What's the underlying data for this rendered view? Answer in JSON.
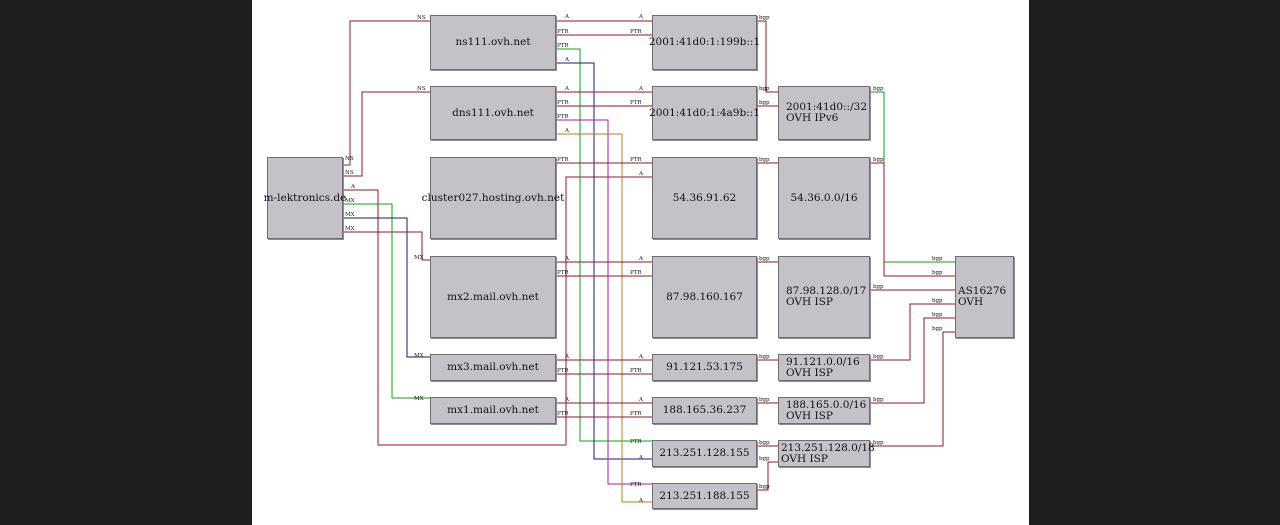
{
  "nodes": [
    {
      "id": "domain",
      "lines": [
        "m-lektronics.de"
      ]
    },
    {
      "id": "ns111",
      "lines": [
        "ns111.ovh.net"
      ]
    },
    {
      "id": "dns111",
      "lines": [
        "dns111.ovh.net"
      ]
    },
    {
      "id": "cluster",
      "lines": [
        "cluster027.hosting.ovh.net"
      ]
    },
    {
      "id": "mx2",
      "lines": [
        "mx2.mail.ovh.net"
      ]
    },
    {
      "id": "mx3",
      "lines": [
        "mx3.mail.ovh.net"
      ]
    },
    {
      "id": "mx1",
      "lines": [
        "mx1.mail.ovh.net"
      ]
    },
    {
      "id": "ip6a",
      "lines": [
        "2001:41d0:1:199b::1"
      ]
    },
    {
      "id": "ip6b",
      "lines": [
        "2001:41d0:1:4a9b::1"
      ]
    },
    {
      "id": "ip4a",
      "lines": [
        "54.36.91.62"
      ]
    },
    {
      "id": "ip4b",
      "lines": [
        "87.98.160.167"
      ]
    },
    {
      "id": "ip4c",
      "lines": [
        "91.121.53.175"
      ]
    },
    {
      "id": "ip4d",
      "lines": [
        "188.165.36.237"
      ]
    },
    {
      "id": "ip4e",
      "lines": [
        "213.251.128.155"
      ]
    },
    {
      "id": "ip4f",
      "lines": [
        "213.251.188.155"
      ]
    },
    {
      "id": "net6",
      "lines": [
        "2001:41d0::/32",
        "OVH IPv6"
      ]
    },
    {
      "id": "net54",
      "lines": [
        "54.36.0.0/16"
      ]
    },
    {
      "id": "net87",
      "lines": [
        "87.98.128.0/17",
        "OVH ISP"
      ]
    },
    {
      "id": "net91",
      "lines": [
        "91.121.0.0/16",
        "OVH ISP"
      ]
    },
    {
      "id": "net188",
      "lines": [
        "188.165.0.0/16",
        "OVH ISP"
      ]
    },
    {
      "id": "net213",
      "lines": [
        "213.251.128.0/18",
        "OVH ISP"
      ]
    },
    {
      "id": "as",
      "lines": [
        "AS16276",
        "OVH"
      ]
    }
  ],
  "edge_labels": {
    "ns": "NS",
    "a": "A",
    "mx": "MX",
    "ptr": "PTR",
    "bgp": "bgp"
  },
  "edge_colors": {
    "red": "#8b1a2a",
    "green": "#1a9a1a",
    "blue": "#1a1a7a",
    "magenta": "#a020a0",
    "orange": "#c07a10"
  }
}
